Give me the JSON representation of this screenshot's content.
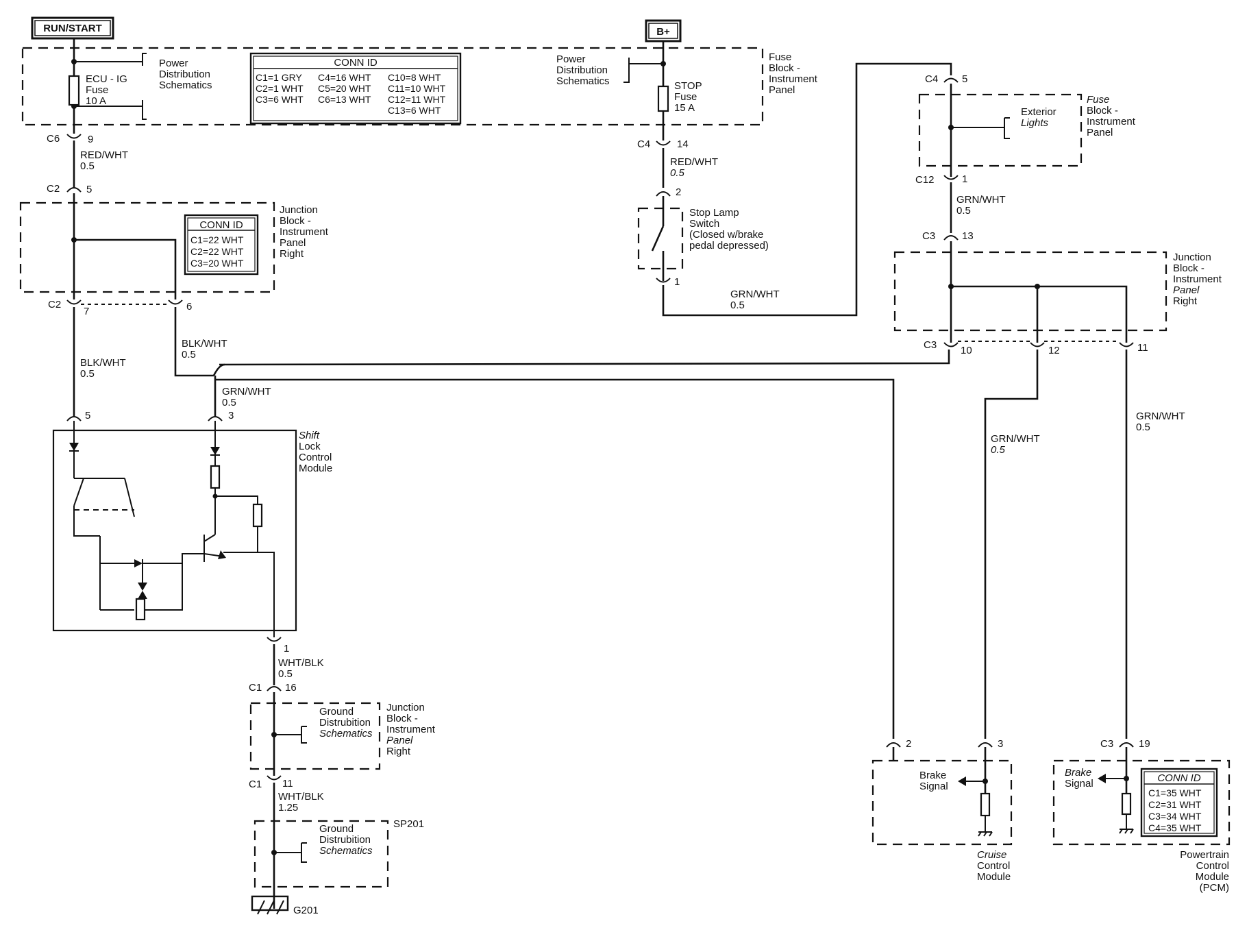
{
  "sources": {
    "run_start": "RUN/START",
    "b_plus": "B+"
  },
  "power_dist_1": [
    "Power",
    "Distribution",
    "Schematics"
  ],
  "power_dist_2": [
    "Power",
    "Distribution",
    "Schematics"
  ],
  "fuse_ecu": [
    "ECU - IG",
    "Fuse",
    "10 A"
  ],
  "fuse_stop": [
    "STOP",
    "Fuse",
    "15 A"
  ],
  "fuse_block_label": [
    "Fuse",
    "Block -",
    "Instrument",
    "Panel"
  ],
  "fuse_block_label_2": [
    "Fuse",
    "Block -",
    "Instrument",
    "Panel"
  ],
  "conn_id_fuse": {
    "title": "CONN ID",
    "col1": [
      "C1=1 GRY",
      "C2=1 WHT",
      "C3=6 WHT"
    ],
    "col2": [
      "C4=16 WHT",
      "C5=20 WHT",
      "C6=13 WHT"
    ],
    "col3": [
      "C10=8 WHT",
      "C11=10 WHT",
      "C12=11 WHT",
      "C13=6 WHT"
    ]
  },
  "conn_id_junction": {
    "title": "CONN ID",
    "rows": [
      "C1=22 WHT",
      "C2=22 WHT",
      "C3=20 WHT"
    ]
  },
  "conn_id_pcm": {
    "title": "CONN ID",
    "rows": [
      "C1=35 WHT",
      "C2=31 WHT",
      "C3=34 WHT",
      "C4=35 WHT"
    ]
  },
  "junction_label_1": [
    "Junction",
    "Block -",
    "Instrument",
    "Panel",
    "Right"
  ],
  "junction_label_2": [
    "Junction",
    "Block -",
    "Instrument",
    "Panel",
    "Right"
  ],
  "junction_label_3": [
    "Junction",
    "Block -",
    "Instrument",
    "Panel",
    "Right"
  ],
  "exterior_lights": [
    "Exterior",
    "Lights"
  ],
  "stop_lamp_switch": [
    "Stop Lamp",
    "Switch",
    "(Closed w/brake",
    "pedal depressed)"
  ],
  "shift_lock": [
    "Shift",
    "Lock",
    "Control",
    "Module"
  ],
  "ground_dist_1": [
    "Ground",
    "Distrubition",
    "Schematics"
  ],
  "ground_dist_2": [
    "Ground",
    "Distrubition",
    "Schematics"
  ],
  "brake_signal": "Brake",
  "brake_signal_2": "Signal",
  "cruise_module": [
    "Cruise",
    "Control",
    "Module"
  ],
  "pcm_module": [
    "Powertrain",
    "Control",
    "Module",
    "(PCM)"
  ],
  "splice": "SP201",
  "ground": "G201",
  "wires": {
    "red_wht_1": [
      "RED/WHT",
      "0.5"
    ],
    "red_wht_2": [
      "RED/WHT",
      "0.5"
    ],
    "blk_wht_1": [
      "BLK/WHT",
      "0.5"
    ],
    "blk_wht_2": [
      "BLK/WHT",
      "0.5"
    ],
    "grn_wht_1": [
      "GRN/WHT",
      "0.5"
    ],
    "grn_wht_2": [
      "GRN/WHT",
      "0.5"
    ],
    "grn_wht_3": [
      "GRN/WHT",
      "0.5"
    ],
    "grn_wht_4": [
      "GRN/WHT",
      "0.5"
    ],
    "grn_wht_5": [
      "GRN/WHT",
      "0.5"
    ],
    "wht_blk_1": [
      "WHT/BLK",
      "0.5"
    ],
    "wht_blk_2": [
      "WHT/BLK",
      "1.25"
    ]
  },
  "connectors": {
    "c6_9": [
      "C6",
      "9"
    ],
    "c2_5": [
      "C2",
      "5"
    ],
    "c2_7": [
      "C2",
      "7"
    ],
    "c2_6": "6",
    "slc_5": "5",
    "slc_3": "3",
    "slc_1": "1",
    "c1_16": [
      "C1",
      "16"
    ],
    "c1_11": [
      "C1",
      "11"
    ],
    "c4_14": [
      "C4",
      "14"
    ],
    "sw_2": "2",
    "sw_1": "1",
    "c4_5": [
      "C4",
      "5"
    ],
    "c12_1": [
      "C12",
      "1"
    ],
    "c3_13": [
      "C3",
      "13"
    ],
    "c3_10": [
      "C3",
      "10"
    ],
    "c3_12": "12",
    "c3_11": "11",
    "cc_2": "2",
    "cc_3": "3",
    "c3_19": [
      "C3",
      "19"
    ]
  }
}
